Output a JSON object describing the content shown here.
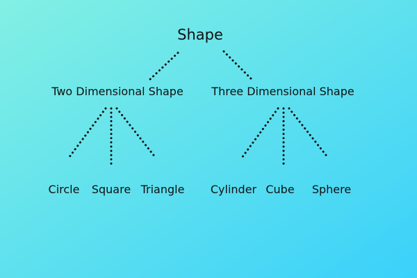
{
  "background": {
    "color_start": "#83f0e3",
    "color_end": "#3ad1fa"
  },
  "dot_color": "#111111",
  "tree": {
    "root": "Shape",
    "branches": [
      {
        "label": "Two Dimensional Shape",
        "children": [
          "Circle",
          "Square",
          "Triangle"
        ]
      },
      {
        "label": "Three Dimensional Shape",
        "children": [
          "Cylinder",
          "Cube",
          "Sphere"
        ]
      }
    ]
  }
}
